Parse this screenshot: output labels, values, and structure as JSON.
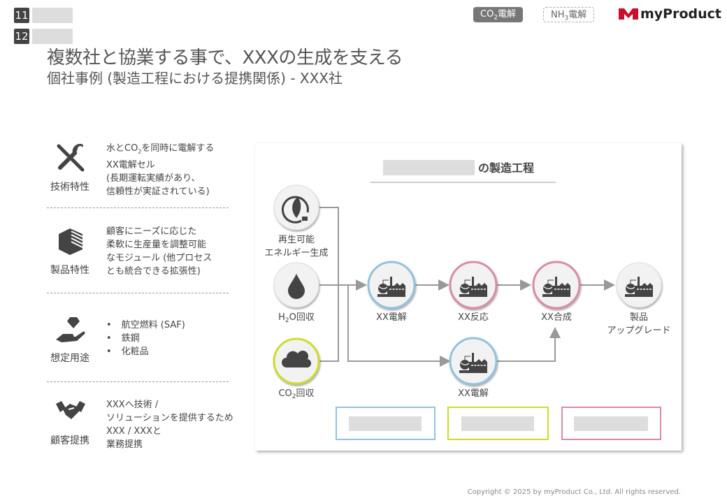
{
  "header": {
    "num1": "11",
    "num2": "12",
    "tag_co2": {
      "a": "CO",
      "sub": "2",
      "b": "電解"
    },
    "tag_nh3": {
      "a": "NH",
      "sub": "3",
      "b": "電解"
    },
    "logo": "myProduct",
    "brand_color": "#c8102e"
  },
  "title": "複数社と協業する事で、XXXの生成を支える",
  "subtitle": "個社事例 (製造工程における提携関係) - XXX社",
  "features": [
    {
      "icon": "tools-icon",
      "label": "技術特性",
      "lines": [
        {
          "a": "水とCO",
          "sub": "2",
          "b": "を同時に電解する"
        },
        "XX電解セル",
        "(長期運転実績があり、",
        "信頼性が実証されている)"
      ]
    },
    {
      "icon": "module-icon",
      "label": "製品特性",
      "lines": [
        "顧客にニーズに応じた",
        "柔軟に生産量を調整可能",
        "なモジュール (他プロセス",
        "とも統合できる拡張性)"
      ]
    },
    {
      "icon": "diamond-hand-icon",
      "label": "想定用途",
      "bullets": [
        "航空燃料 (SAF)",
        "鉄鋼",
        "化粧品"
      ]
    },
    {
      "icon": "handshake-icon",
      "label": "顧客提携",
      "lines": [
        "XXXへ技術 /",
        "ソリューションを提供するため",
        "XXX / XXXと",
        "業務提携"
      ]
    }
  ],
  "diagram": {
    "title": "の製造工程",
    "inputs": {
      "renewable": [
        "再生可能",
        "エネルギー生成"
      ],
      "h2o": {
        "a": "H",
        "sub": "2",
        "b": "O回収"
      },
      "co2": {
        "a": "CO",
        "sub": "2",
        "b": "回収"
      }
    },
    "steps": {
      "elec1": "XX電解",
      "reaction": "XX反応",
      "synthesis": "XX合成",
      "product": [
        "製品",
        "アップグレード"
      ],
      "elec2": "XX電解"
    },
    "colors": {
      "blue": "#92c2dd",
      "pink": "#d98ca3",
      "lime": "#cfdc2b"
    }
  },
  "copyright": "Copyright © 2025 by myProduct Co., Ltd.  All rights reserved."
}
